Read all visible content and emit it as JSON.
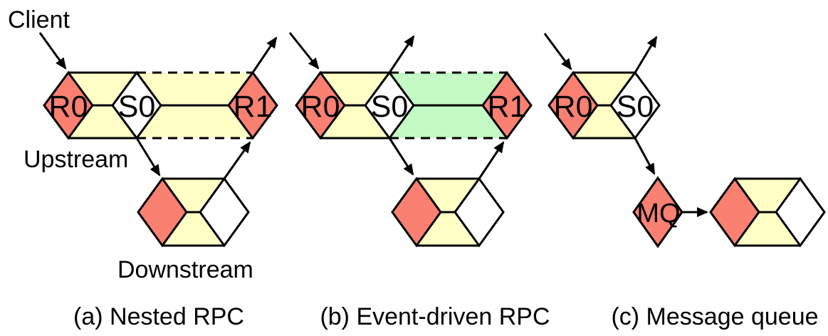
{
  "figure": {
    "description": "Comparison of request flow patterns between an upstream and downstream service"
  },
  "labels": {
    "client": "Client",
    "upstream": "Upstream",
    "downstream": "Downstream"
  },
  "panels": [
    {
      "caption": "(a) Nested RPC",
      "nodes": {
        "r0": "R0",
        "s0": "S0",
        "r1": "R1"
      }
    },
    {
      "caption": "(b) Event-driven RPC",
      "nodes": {
        "r0": "R0",
        "s0": "S0",
        "r1": "R1"
      }
    },
    {
      "caption": "(c) Message queue",
      "nodes": {
        "r0": "R0",
        "s0": "S0",
        "mq": "MQ"
      }
    }
  ],
  "colors": {
    "request_node": "#FA8072",
    "server_node": "#FFFFFF",
    "band_sync": "#FFFFC6",
    "band_async": "#C4FAC4",
    "outline": "#000000"
  }
}
